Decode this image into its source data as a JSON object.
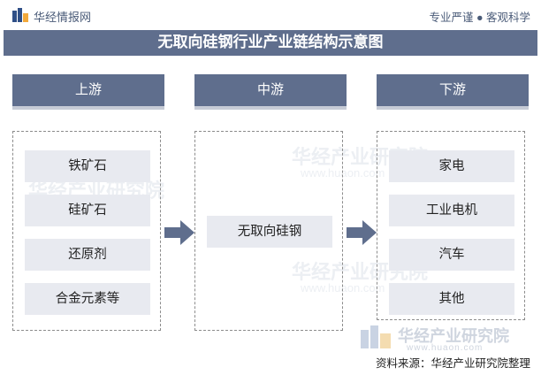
{
  "header": {
    "brand": "华经情报网",
    "slogan": "专业严谨 ● 客观科学"
  },
  "title": "无取向硅钢行业产业链结构示意图",
  "columns": {
    "upstream": {
      "label": "上游",
      "items": [
        "铁矿石",
        "硅矿石",
        "还原剂",
        "合金元素等"
      ]
    },
    "midstream": {
      "label": "中游",
      "items": [
        "无取向硅钢"
      ]
    },
    "downstream": {
      "label": "下游",
      "items": [
        "家电",
        "工业电机",
        "汽车",
        "其他"
      ]
    }
  },
  "footer": {
    "brand": "华经产业研究院",
    "url": "www.huaon.com",
    "source": "资料来源：华经产业研究院整理"
  },
  "colors": {
    "accent": "#5f6e8d",
    "item_bg": "#e8eaf0",
    "arrow": "#5f6e8d"
  }
}
